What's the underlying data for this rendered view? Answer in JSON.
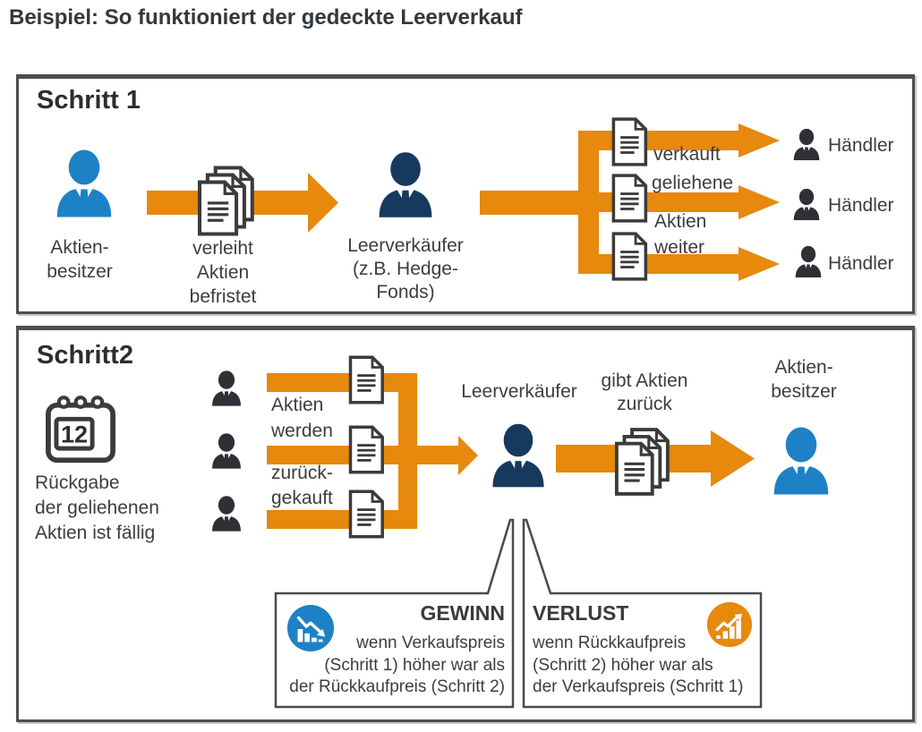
{
  "title": "Beispiel: So funktioniert der gedeckte Leerverkauf",
  "colors": {
    "orange": "#E6890D",
    "blue": "#1D82C5",
    "navy": "#17395E",
    "dark_figure": "#2F3036",
    "panel_border": "#4E4E4E",
    "text": "#3D3D3D"
  },
  "step1": {
    "heading": "Schritt 1",
    "owner": [
      "Aktien-",
      "besitzer"
    ],
    "lend": [
      "verleiht",
      "Aktien",
      "befristet"
    ],
    "short_seller": [
      "Leerverkäufer",
      "(z.B. Hedge-",
      "Fonds)"
    ],
    "sell_words": [
      "verkauft",
      "geliehene",
      "Aktien",
      "weiter"
    ],
    "traders": [
      "Händler",
      "Händler",
      "Händler"
    ]
  },
  "step2": {
    "heading": "Schritt2",
    "calendar_day": "12",
    "due": [
      "Rückgabe",
      "der geliehenen",
      "Aktien ist fällig"
    ],
    "buyback": [
      "Aktien",
      "werden",
      "zurück-",
      "gekauft"
    ],
    "short_seller": "Leerverkäufer",
    "give_back": [
      "gibt Aktien",
      "zurück"
    ],
    "owner": [
      "Aktien-",
      "besitzer"
    ],
    "gewinn": {
      "title": "GEWINN",
      "lines": [
        "wenn Verkaufspreis",
        "(Schritt 1) höher war als",
        "der Rückkaufpreis (Schritt 2)"
      ]
    },
    "verlust": {
      "title": "VERLUST",
      "lines": [
        "wenn Rückkaufpreis",
        "(Schritt 2) höher war als",
        "der Verkaufspreis (Schritt 1)"
      ]
    }
  }
}
